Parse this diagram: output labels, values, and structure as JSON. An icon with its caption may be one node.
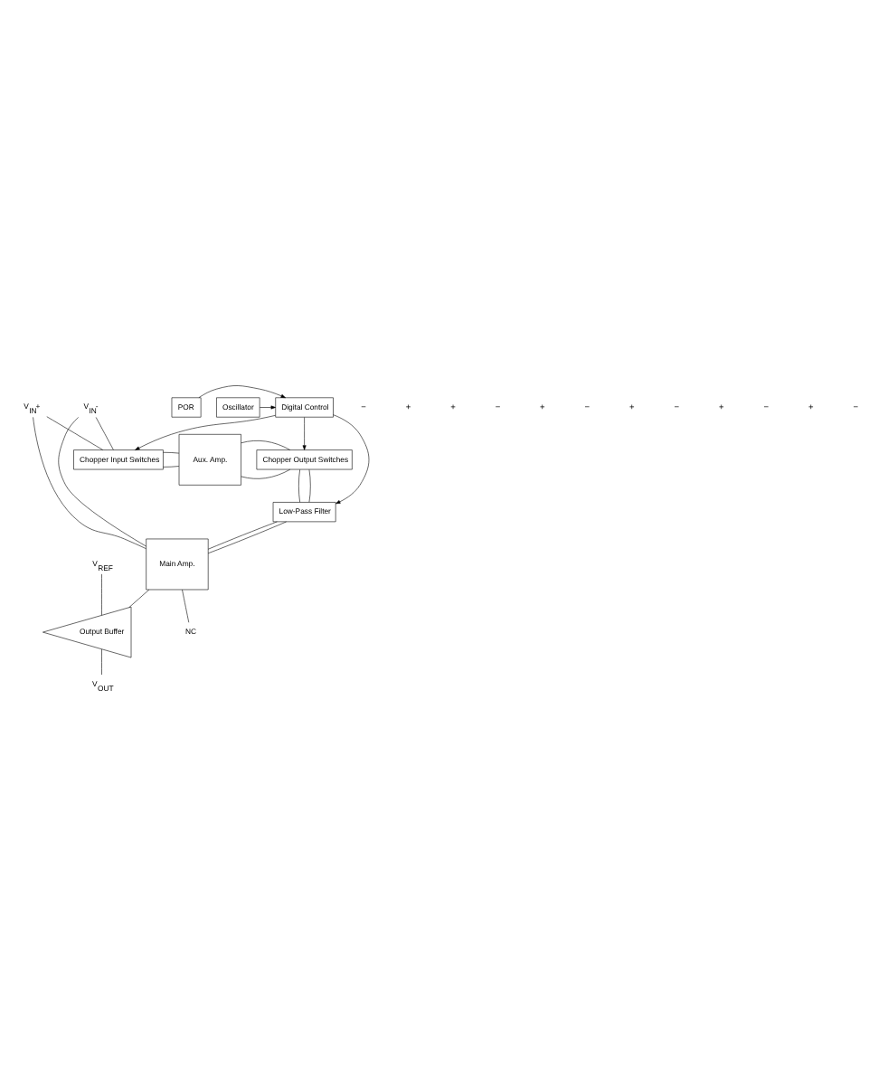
{
  "diagram": {
    "nodes": [
      {
        "text": [
          "Output Buffer"
        ]
      },
      {
        "text": [
          "V$_{OUT}$"
        ]
      },
      {
        "text": [
          "V$_{REF}$"
        ]
      },
      {
        "text": [
          "V$_{IN}$+"
        ]
      },
      {
        "text": [
          "V$_{IN}$-"
        ]
      },
      {
        "text": [
          "Main Amp."
        ]
      },
      {
        "text": [
          "NC"
        ]
      },
      {
        "text": [
          "Low-Pass Filter"
        ]
      },
      {
        "text": [
          "Chopper Input Switches"
        ]
      },
      {
        "text": [
          "Aux. Amp."
        ]
      },
      {
        "text": [
          "Chopper Output Switches"
        ]
      },
      {
        "text": [
          "Oscillator"
        ]
      },
      {
        "text": [
          "Digital Control"
        ]
      },
      {
        "text": [
          "POR"
        ]
      }
    ],
    "edges": [
      {
        "from": 0,
        "to": 1,
        "arrow": "none"
      },
      {
        "from": 2,
        "to": 0,
        "arrow": "none"
      },
      {
        "from": 5,
        "to": 0,
        "arrow": "none"
      },
      {
        "from": 3,
        "to": 5,
        "arrow": "none"
      },
      {
        "from": 4,
        "to": 5,
        "arrow": "none"
      },
      {
        "from": 5,
        "to": 6,
        "arrow": "none"
      },
      {
        "from": 7,
        "to": 5,
        "arrow": "none"
      },
      {
        "from": 7,
        "to": 5,
        "arrow": "none"
      },
      {
        "from": 3,
        "to": 8,
        "arrow": "none"
      },
      {
        "from": 4,
        "to": 8,
        "arrow": "none"
      },
      {
        "from": 10,
        "to": 7,
        "arrow": "none"
      },
      {
        "from": 10,
        "to": 7,
        "arrow": "none"
      },
      {
        "from": 8,
        "to": 9,
        "arrow": "none"
      },
      {
        "from": 8,
        "to": 9,
        "arrow": "none"
      },
      {
        "from": 9,
        "to": 10,
        "arrow": "none"
      },
      {
        "from": 9,
        "to": 10,
        "arrow": "none"
      },
      {
        "from": 12,
        "to": 8,
        "arrow": "to"
      },
      {
        "from": 12,
        "to": 10,
        "arrow": "to"
      },
      {
        "from": 12,
        "to": 7,
        "arrow": "to"
      },
      {
        "from": 11,
        "to": 12,
        "arrow": "to"
      },
      {
        "from": 13,
        "to": 12,
        "arrow": "to"
      }
    ],
    "labels": [
      "−",
      "+",
      "+",
      "−",
      "+",
      "−",
      "+",
      "−",
      "+",
      "−",
      "+",
      "−"
    ]
  }
}
